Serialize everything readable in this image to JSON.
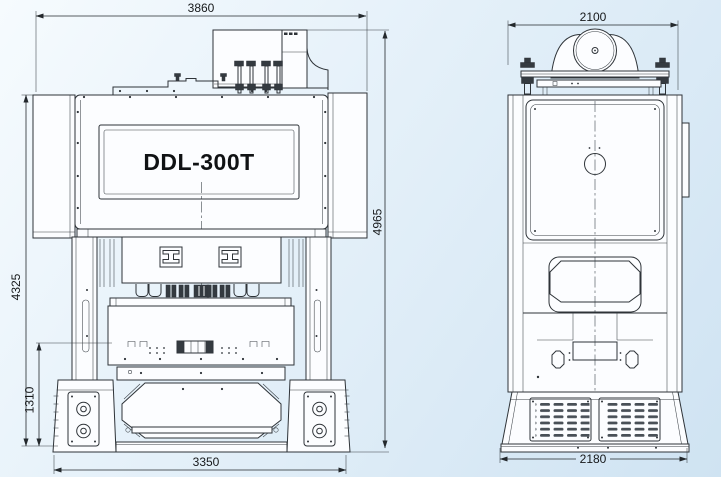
{
  "model_label": "DDL-300T",
  "front_view": {
    "dim_top_width": "3860",
    "dim_overall_height": "4965",
    "dim_frame_height": "4325",
    "dim_bolster_height": "1310",
    "dim_base_width": "3350"
  },
  "side_view": {
    "dim_top_width": "2100",
    "dim_base_width": "2180"
  },
  "colors": {
    "background_top": "#f5fafd",
    "background_bottom": "#cfe3f2",
    "line": "#2e3338",
    "panel_fill": "#fcfdff",
    "dimension_text": "#16181a"
  }
}
